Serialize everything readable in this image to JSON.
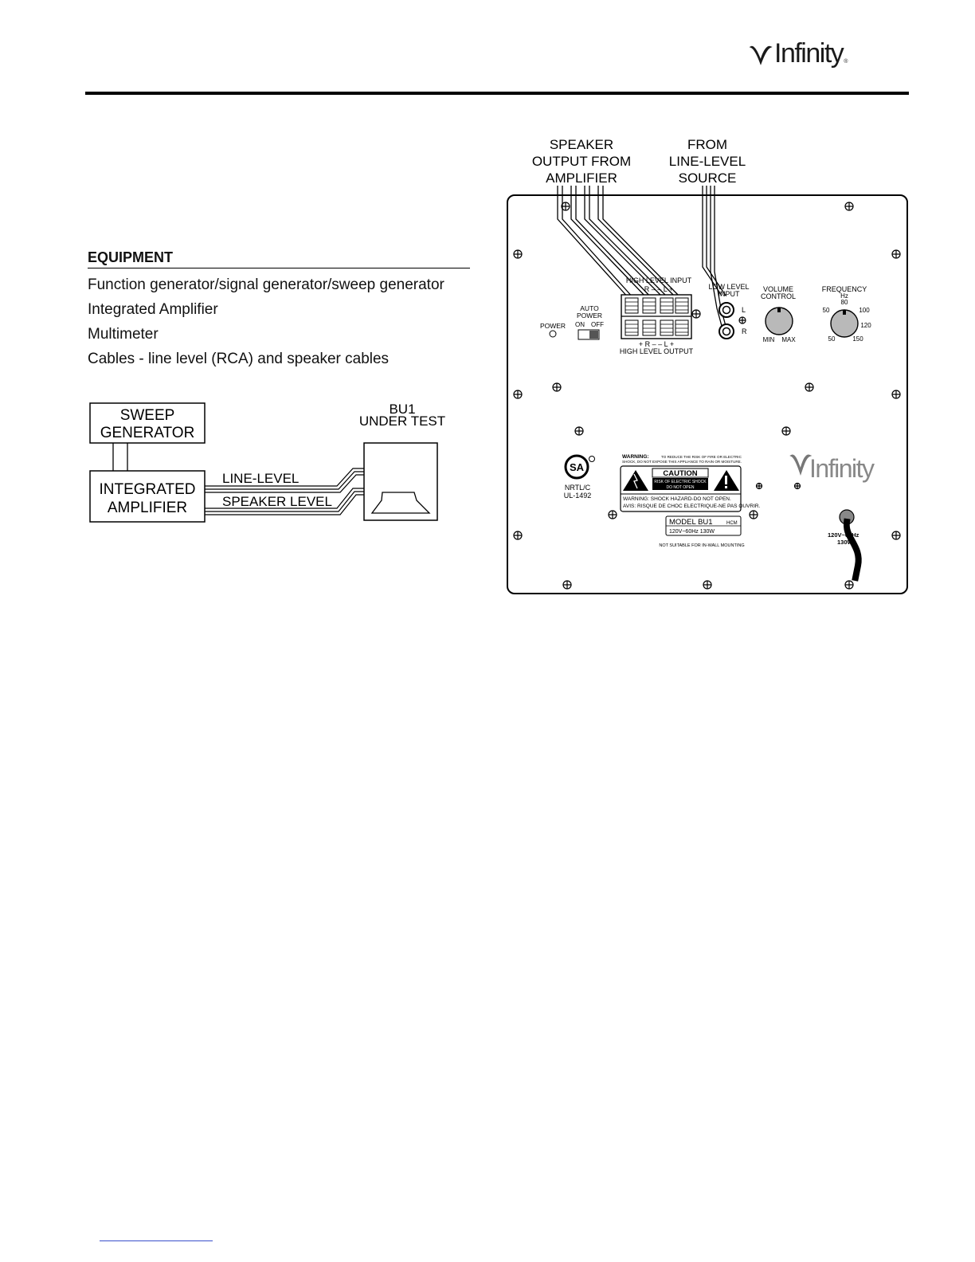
{
  "header": {
    "brand_logo": "Infinity",
    "registered_mark": "®"
  },
  "equipment": {
    "heading": "EQUIPMENT",
    "items": [
      "Function generator/signal generator/sweep generator",
      "Integrated Amplifier",
      "Multimeter",
      "Cables - line level (RCA) and speaker cables"
    ]
  },
  "setup_diagram": {
    "sweep_generator": [
      "SWEEP",
      "GENERATOR"
    ],
    "integrated_amplifier": [
      "INTEGRATED",
      "AMPLIFIER"
    ],
    "unit_under_test": [
      "BU1",
      "UNDER TEST"
    ],
    "line_level_label": "LINE-LEVEL",
    "speaker_level_label": "SPEAKER LEVEL"
  },
  "rear_panel": {
    "speaker_output_callout": [
      "SPEAKER",
      "OUTPUT FROM",
      "AMPLIFIER"
    ],
    "line_level_callout": [
      "FROM",
      "LINE-LEVEL",
      "SOURCE"
    ],
    "high_level_input": "HIGH LEVEL INPUT",
    "high_level_input_polarity": "R –   – L  +",
    "high_level_output": "HIGH LEVEL OUTPUT",
    "high_level_output_polarity": "+ R –   – L +",
    "auto_power": [
      "AUTO",
      "POWER"
    ],
    "switch_on": "ON",
    "switch_off": "OFF",
    "power_label": "POWER",
    "low_level_input": [
      "LOW LEVEL",
      "INPUT"
    ],
    "channel_l": "L",
    "channel_r": "R",
    "volume_control": [
      "VOLUME",
      "CONTROL"
    ],
    "volume_min": "MIN",
    "volume_max": "MAX",
    "frequency": [
      "FREQUENCY",
      "Hz"
    ],
    "frequency_ticks": [
      "80",
      "50",
      "100",
      "120",
      "50",
      "150"
    ],
    "cert_mark": "SA",
    "cert_lines": [
      "NRTL/C",
      "UL-1492"
    ],
    "warning_title": "WARNING:",
    "warning_text": [
      "TO REDUCE THE RISK OF FIRE OR ELECTRIC",
      "SHOCK, DO NOT EXPOSE THIS APPLIANCE TO RAIN OR MOISTURE."
    ],
    "caution_title": "CAUTION",
    "caution_text": [
      "RISK OF ELECTRIC SHOCK",
      "DO NOT OPEN"
    ],
    "shock_warning": "WARNING: SHOCK HAZARD-DO NOT OPEN.",
    "shock_warning_fr": "AVIS: RISQUE DE CHOC ELECTRIQUE-NE PAS OUVRIR.",
    "model_label": "MODEL  BU1",
    "model_suffix": "HCM",
    "model_rating": "120V~60Hz 130W",
    "mounting_note": "NOT SUITABLE FOR IN-WALL MOUNTING",
    "panel_logo": "Infinity",
    "power_rating": "120V~60Hz",
    "power_rating_2": "130W"
  },
  "colors": {
    "ink": "#111111",
    "panel_fill": "#ffffff",
    "knob_fill": "#b9b9b9",
    "link": "#3a4ecc"
  }
}
